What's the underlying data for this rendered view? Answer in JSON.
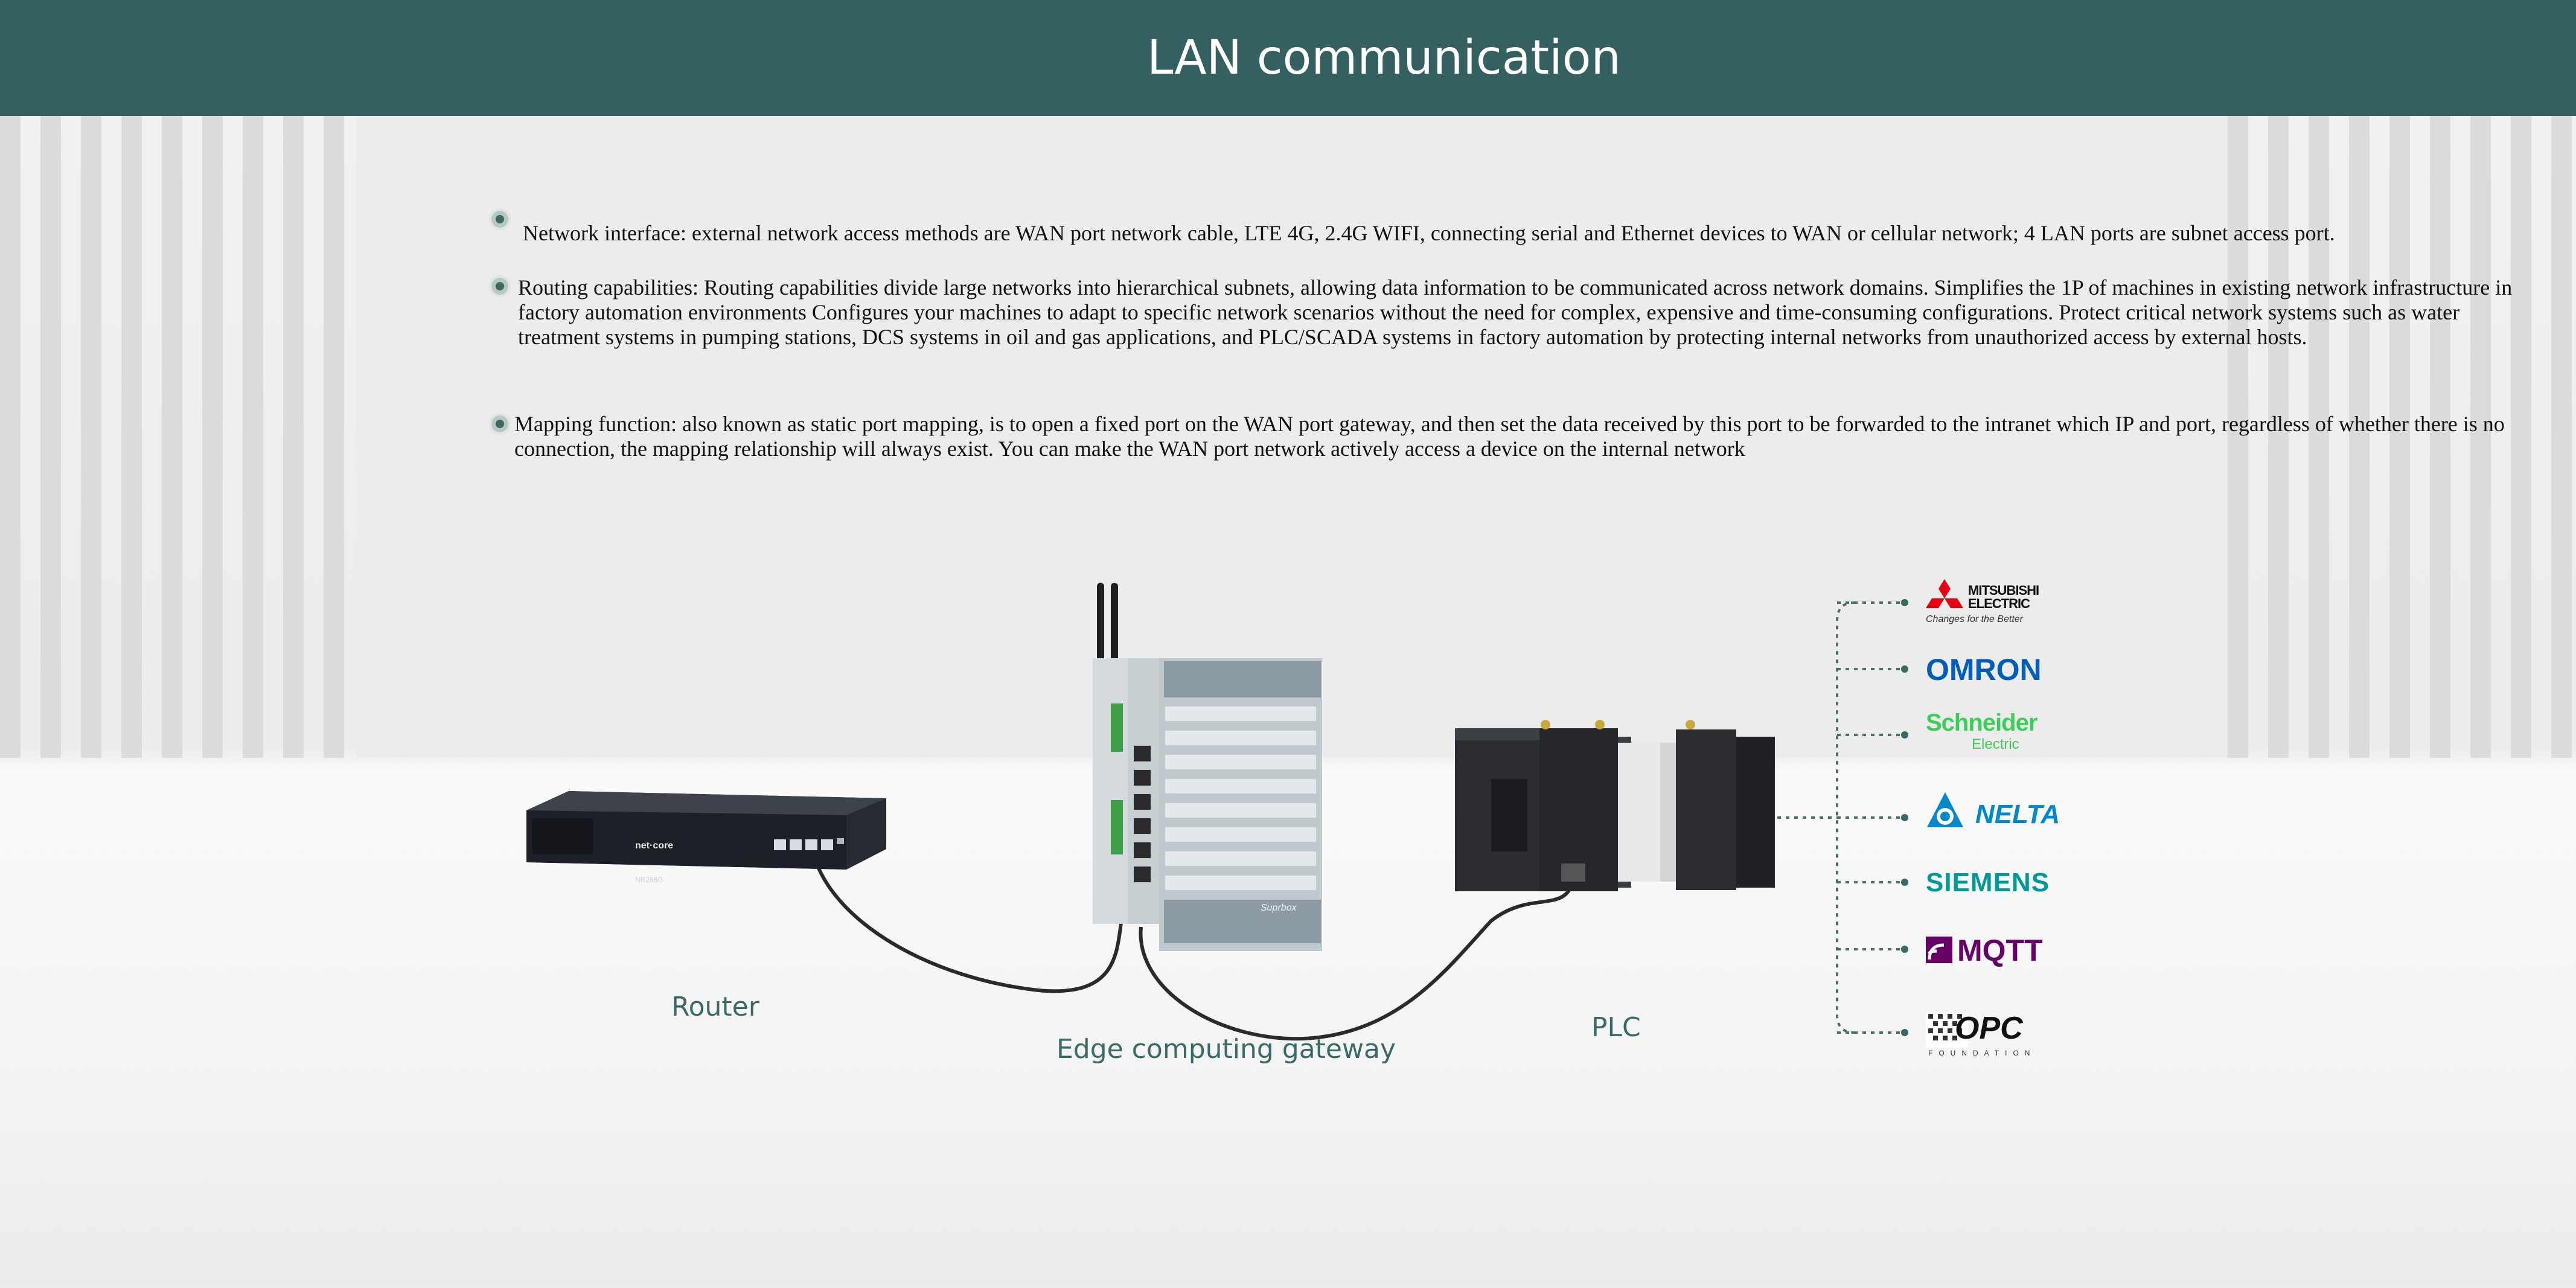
{
  "page": {
    "title": "LAN communication"
  },
  "bullets": [
    {
      "text": "Network interface: external network access methods are WAN port network cable, LTE 4G, 2.4G WIFI, connecting serial and Ethernet devices to WAN or cellular network; 4 LAN ports are subnet access port."
    },
    {
      "text": "Routing capabilities: Routing capabilities divide large networks into hierarchical subnets, allowing data information to be communicated across network domains. Simplifies the 1P of machines in existing network infrastructure in factory automation environments Configures your machines to adapt to specific network scenarios without the need for complex, expensive and time-consuming configurations. Protect critical network systems such as water treatment systems in pumping stations, DCS systems in oil and gas applications, and PLC/SCADA systems in factory automation by protecting internal networks from unauthorized access by external hosts."
    },
    {
      "text": "Mapping function: also known as static port mapping, is to open a fixed port on the WAN port gateway, and then set the data received by this port to be forwarded to the intranet which IP and port, regardless of whether there is no connection, the mapping relationship will always exist. You can make the WAN port network actively access a device on the internal network"
    }
  ],
  "diagram": {
    "router_label": "Router",
    "gateway_label": "Edge computing gateway",
    "plc_label": "PLC",
    "router_brand": "net·core",
    "router_model": "NR266G",
    "gateway_brand": "Suprbox",
    "logos": {
      "mitsubishi_line1": "MITSUBISHI",
      "mitsubishi_line2": "ELECTRIC",
      "mitsubishi_tagline": "Changes for the Better",
      "omron": "OMRON",
      "schneider_line1": "Schneider",
      "schneider_line2": "Electric",
      "delta": "NELTA",
      "siemens": "SIEMENS",
      "mqtt": "MQTT",
      "opc": "OPC",
      "opc_sub": "FOUNDATION"
    },
    "colors": {
      "header": "#356060",
      "label": "#3a6a67",
      "mitsubishi": "#e60012",
      "omron": "#005eb8",
      "schneider": "#3dcd58",
      "delta": "#0088cc",
      "siemens": "#009999",
      "mqtt": "#660066"
    }
  }
}
